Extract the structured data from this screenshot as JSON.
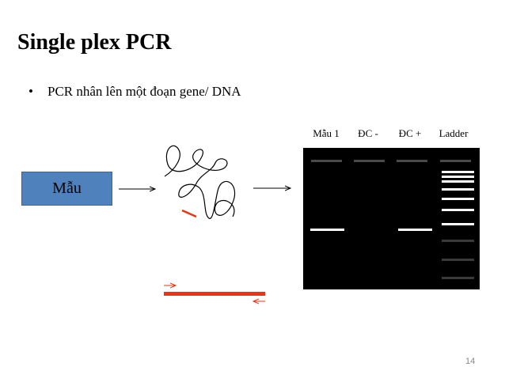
{
  "slide": {
    "title": "Single plex PCR",
    "bullet_symbol": "•",
    "bullet_text": "PCR nhân lên một đoạn gene/ DNA",
    "sample_box_label": "Mẫu",
    "page_number": "14"
  },
  "gel": {
    "lane_labels": [
      "Mẫu 1",
      "ĐC -",
      "ĐC +",
      "Ladder"
    ]
  },
  "colors": {
    "gel_background": "#000000",
    "band": "#ffffff",
    "primer_red": "#ee3311",
    "box_fill": "#4f81bd"
  }
}
